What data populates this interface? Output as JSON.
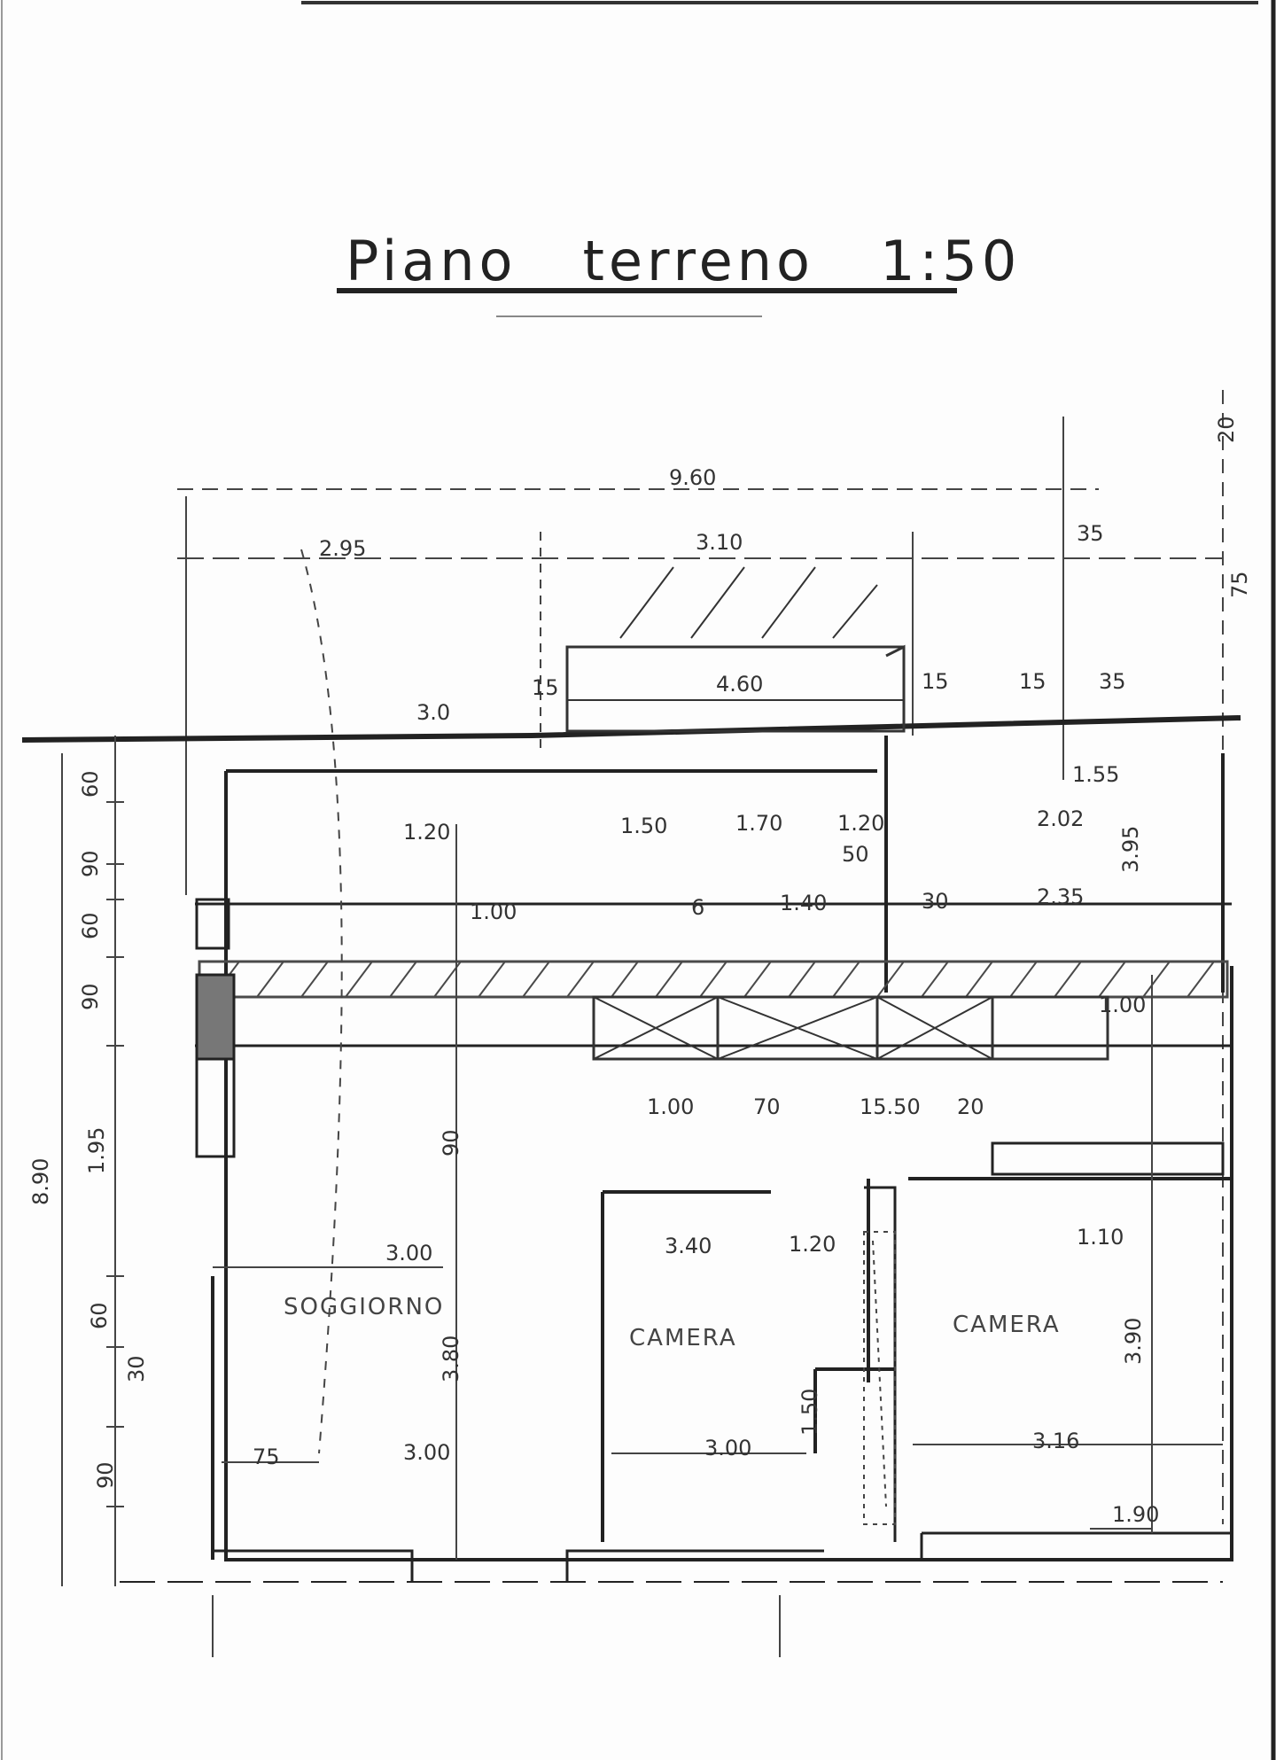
{
  "drawing": {
    "title": "Piano   terreno   1:50"
  },
  "rooms": [
    {
      "id": "soggiorno",
      "label": "SOGGIORNO"
    },
    {
      "id": "camera1",
      "label": "CAMERA"
    },
    {
      "id": "camera2",
      "label": "CAMERA"
    }
  ],
  "dimensions": {
    "overall_width": "9.60",
    "left_bay": "2.95",
    "mid_bay": "3.10",
    "right_small": "35",
    "stair_15a": "15",
    "stair_15b": "15",
    "stair_height": "4.60",
    "r15": "15",
    "r35": "35",
    "porch_3": "3.0",
    "r15b": "1.55",
    "top_ctr_a": "1.50",
    "top_ctr_b": "1.70",
    "top_ctr_c": "1.20",
    "top_ctr_d": "50",
    "right_a": "2.02",
    "right_b": "2.35",
    "left_120": "1.20",
    "left_100": "1.00",
    "mid_140": "1.40",
    "mid_6": "6",
    "mid_30": "30",
    "w_100": "1.00",
    "w_70": "70",
    "w_1550": "15.50",
    "w_20": "20",
    "soggiorno_w": "3.00",
    "camera1_w": "3.40",
    "cam_120": "1.20",
    "cam_rt": "1.10",
    "soggiorno_w2": "3.00",
    "camera_b": "3.00",
    "camera2_b": "3.16",
    "small_75": "75",
    "bottom_1": "1.90",
    "left_v1": "60",
    "left_v2": "90",
    "left_v3": "60",
    "left_v4": "90",
    "left_v5": "1.95",
    "left_v6": "60",
    "left_v7": "30",
    "left_v8": "90",
    "left_total": "8.90",
    "mid_v1": "90",
    "mid_v2": "3.80",
    "right_v1": "3.90",
    "right_v2": "3.95",
    "right_v3": "1.00",
    "right_v4": "75",
    "right_v5": "20",
    "cam_h": "1.50"
  },
  "colors": {
    "ink": "#1a1a1a",
    "paper": "#fdfdfd",
    "hatch": "#4a4a4a"
  }
}
